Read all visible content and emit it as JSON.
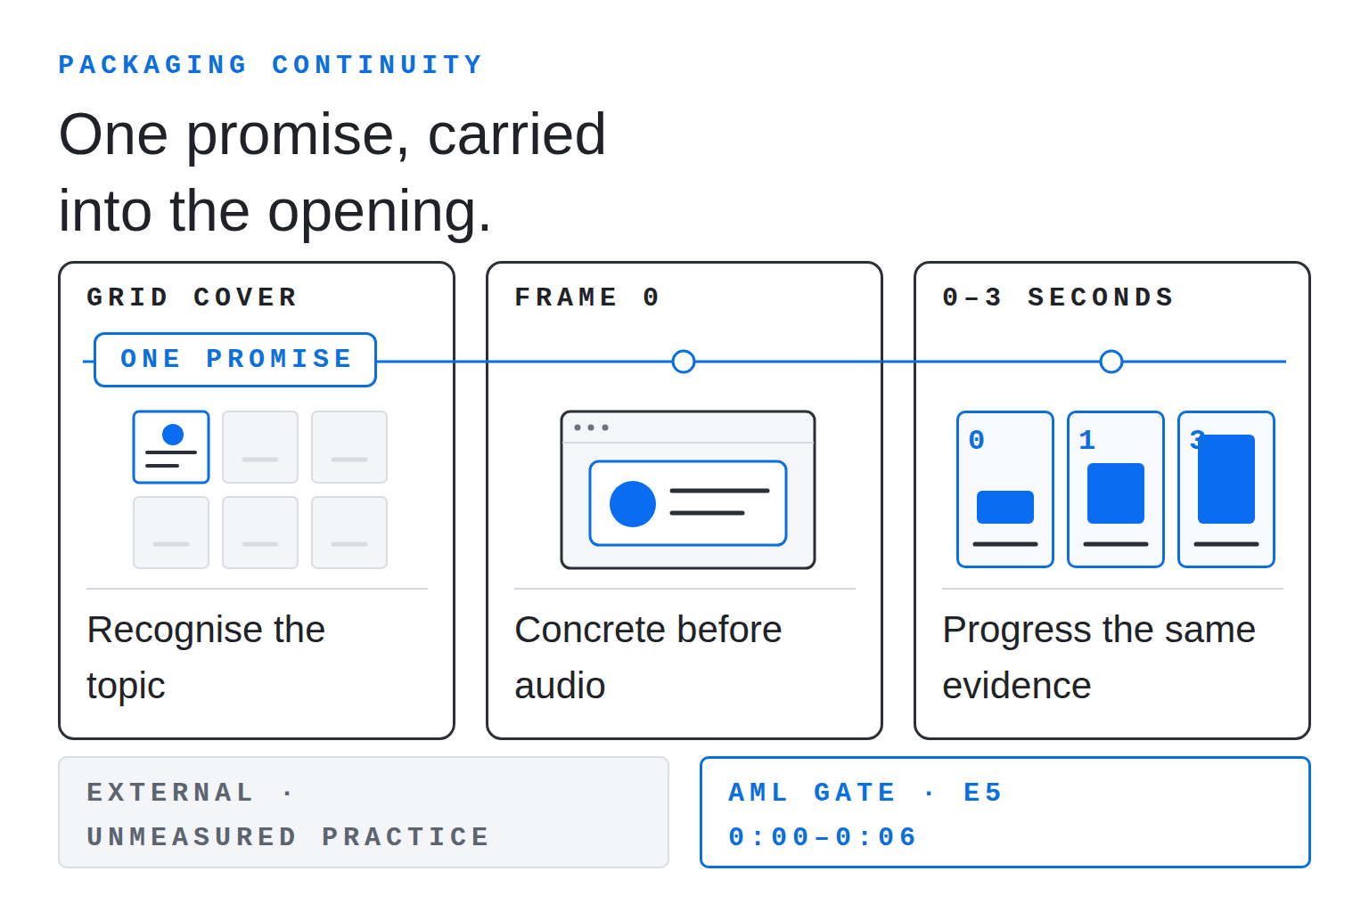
{
  "diagram": {
    "title": "One promise, carried into the opening.",
    "nodes": [
      {
        "text": [
          "GRID COVER",
          "Recognise the topic"
        ]
      },
      {
        "text": [
          "ONE PROMISE"
        ],
        "in": 0
      },
      {
        "text": [
          "FRAME 0",
          "Concrete before audio"
        ]
      },
      {
        "text": [
          "0–3 SECONDS",
          "Progress the same evidence"
        ]
      },
      {
        "text": [
          "0"
        ],
        "in": 3
      },
      {
        "text": [
          "1"
        ],
        "in": 3
      },
      {
        "text": [
          "3"
        ],
        "in": 3
      },
      {
        "text": [
          "EXTERNAL · UNMEASURED PRACTICE"
        ]
      },
      {
        "text": [
          "AML GATE · E5",
          "0:00–0:06"
        ]
      }
    ],
    "edges": [
      {
        "from": 1,
        "to": 2,
        "arrow": "none"
      },
      {
        "from": 2,
        "to": 3,
        "arrow": "none"
      }
    ],
    "labels": [
      "PACKAGING CONTINUITY"
    ]
  }
}
